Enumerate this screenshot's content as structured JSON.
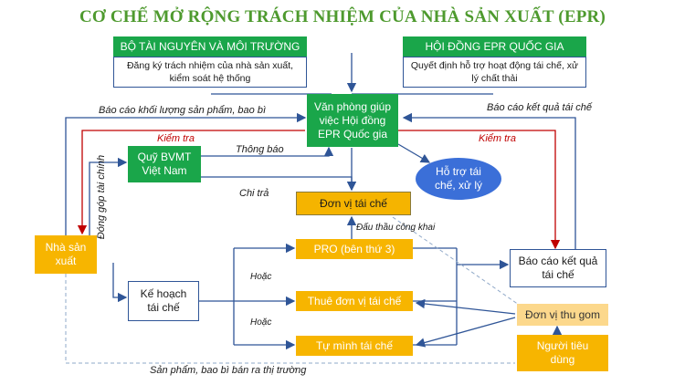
{
  "title": "CƠ CHẾ MỞ RỘNG TRÁCH NHIỆM CỦA NHÀ SẢN XUẤT (EPR)",
  "ministry": {
    "header": "BỘ TÀI NGUYÊN VÀ MÔI TRƯỜNG",
    "body": "Đăng ký trách nhiệm của nhà sản xuất, kiểm soát hệ thống"
  },
  "council": {
    "header": "HỘI ĐỒNG EPR QUỐC GIA",
    "body": "Quyết định hỗ trợ hoạt động tái chế, xử lý chất thải"
  },
  "office": "Văn phòng giúp việc Hội đồng EPR Quốc gia",
  "fund": "Quỹ BVMT Việt Nam",
  "support": "Hỗ trợ tái chế, xử lý",
  "recycler": "Đơn vị tái chế",
  "producer": "Nhà sản xuất",
  "pro": "PRO (bên thứ 3)",
  "hire": "Thuê đơn vị tái chế",
  "self": "Tự mình tái chế",
  "plan": "Kế hoạch tái chế",
  "report": "Báo cáo kết quả tái chế",
  "collector": "Đơn vị thu gom",
  "consumer": "Người tiêu dùng",
  "labels": {
    "report_volume": "Báo cáo khối lượng sản phẩm, bao bì",
    "report_result": "Báo cáo kết quả tái chế",
    "inspect_left": "Kiểm tra",
    "inspect_right": "Kiểm tra",
    "financial": "Đóng góp tài chính",
    "notify": "Thông báo",
    "pay": "Chi trả",
    "bidding": "Đấu thầu công khai",
    "or1": "Hoặc",
    "or2": "Hoặc",
    "market": "Sản phẩm, bao bì bán ra thị trường"
  },
  "colors": {
    "green": "#1aa64a",
    "orange": "#f7b500",
    "light_orange": "#fcd88c",
    "blue_line": "#2f5597",
    "red_line": "#c00000",
    "title": "#4e9a2e",
    "support_oval": "#3b6fd8"
  }
}
